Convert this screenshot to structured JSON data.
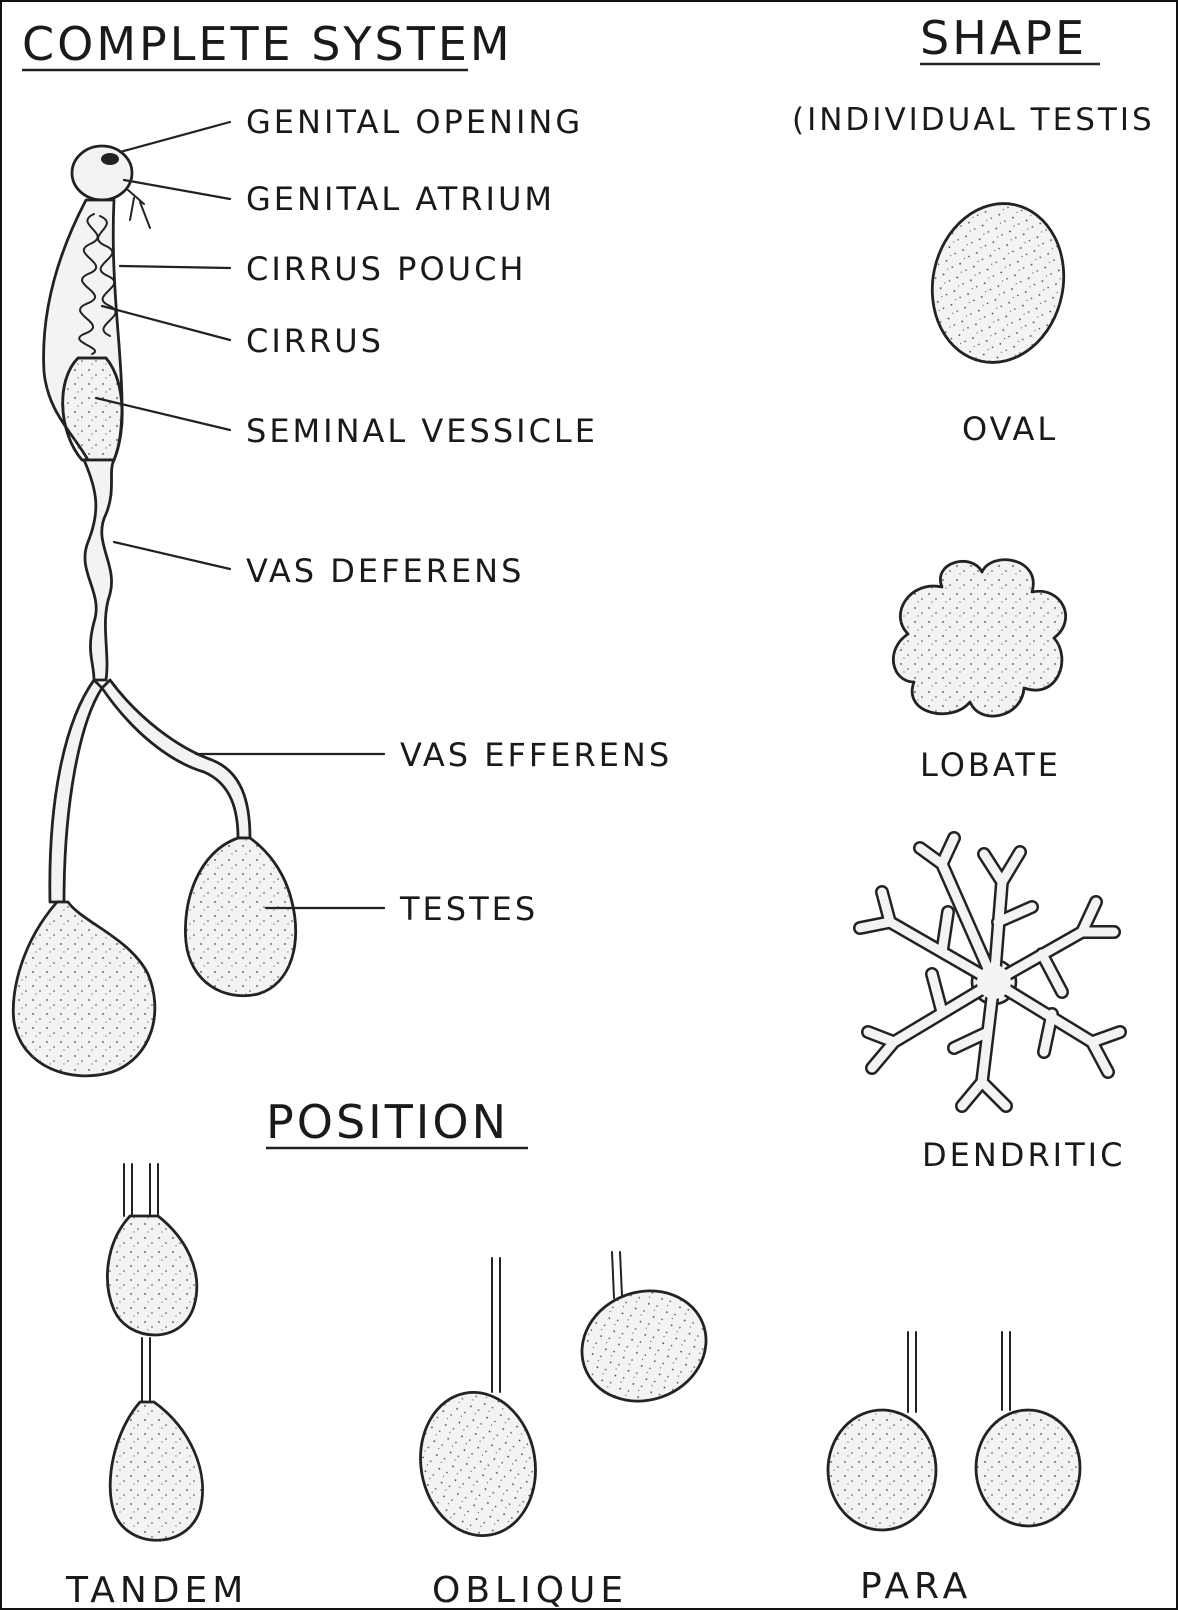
{
  "complete_system": {
    "title": "COMPLETE SYSTEM",
    "labels": {
      "genital_opening": "GENITAL  OPENING",
      "genital_atrium": "GENITAL  ATRIUM",
      "cirrus_pouch": "CIRRUS  POUCH",
      "cirrus": "CIRRUS",
      "seminal_vessicle": "SEMINAL  VESSICLE",
      "vas_deferens": "VAS  DEFERENS",
      "vas_efferens": "VAS  EFFERENS",
      "testes": "TESTES"
    }
  },
  "shape": {
    "title": "SHAPE",
    "subtitle": "(INDIVIDUAL  TESTIS",
    "captions": {
      "oval": "OVAL",
      "lobate": "LOBATE",
      "dendritic": "DENDRITIC"
    }
  },
  "position": {
    "title": "POSITION",
    "captions": {
      "tandem": "TANDEM",
      "oblique": "OBLIQUE",
      "para": "PARA"
    }
  }
}
